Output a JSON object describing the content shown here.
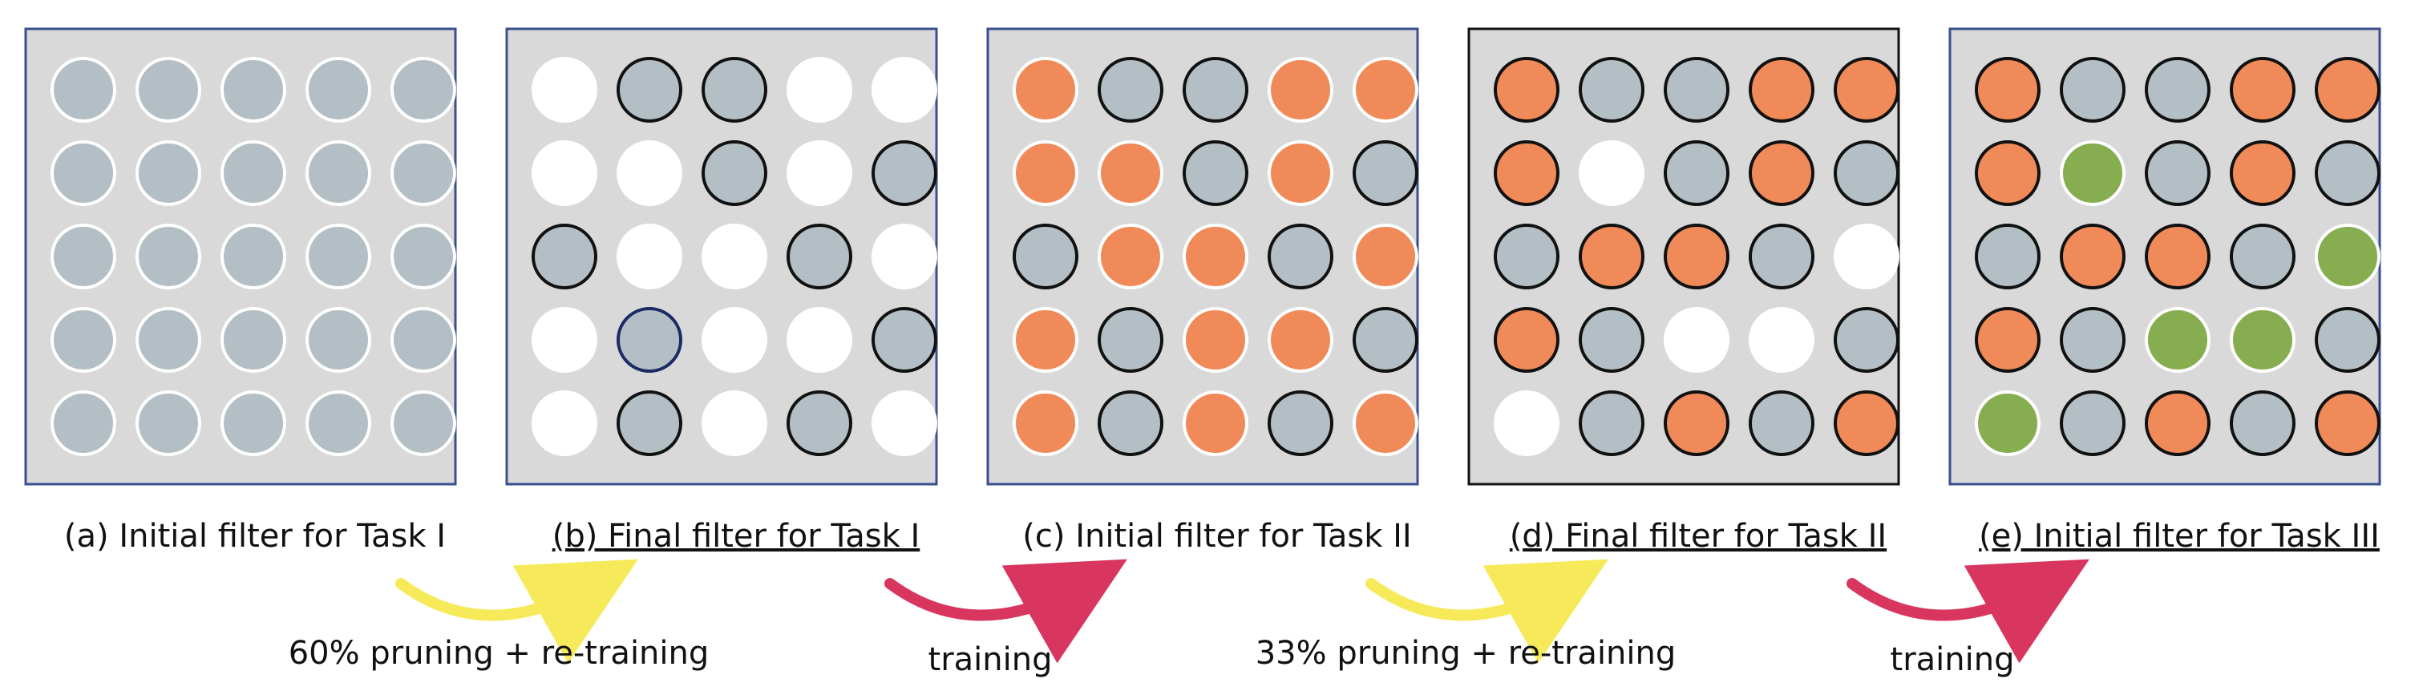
{
  "colors": {
    "panel_fill": "#d9d9d9",
    "panel_border": "#3a4f8f",
    "panel_border_highlight": "#111111",
    "gray_cell": "#b3bfc4",
    "orange_cell": "#f08a58",
    "green_cell": "#86ad4f",
    "empty_cell": "#ffffff",
    "arrow_yellow": "#f7ea5a",
    "arrow_red": "#d9365f"
  },
  "legend_note": "cells: G = gray (Task I weight), O = orange (Task II weight), N = green (Task III weight), W = white (pruned / free); uppercase suffix b = black outline",
  "panels": [
    {
      "caption": "(a) Initial filter for Task I",
      "underlined": false,
      "border": "blue",
      "grid": [
        [
          "G",
          "G",
          "G",
          "G",
          "G"
        ],
        [
          "G",
          "G",
          "G",
          "G",
          "G"
        ],
        [
          "G",
          "G",
          "G",
          "G",
          "G"
        ],
        [
          "G",
          "G",
          "G",
          "G",
          "G"
        ],
        [
          "G",
          "G",
          "G",
          "G",
          "G"
        ]
      ],
      "outline": "white"
    },
    {
      "caption": "(b) Final filter for Task I",
      "underlined": true,
      "border": "blue",
      "grid": [
        [
          "W",
          "G",
          "G",
          "W",
          "W"
        ],
        [
          "W",
          "W",
          "G",
          "W",
          "G"
        ],
        [
          "G",
          "W",
          "W",
          "G",
          "W"
        ],
        [
          "W",
          "G",
          "W",
          "W",
          "G"
        ],
        [
          "W",
          "G",
          "W",
          "G",
          "W"
        ]
      ],
      "outline": "black"
    },
    {
      "caption": "(c) Initial filter for Task II",
      "underlined": false,
      "border": "blue",
      "grid": [
        [
          "O",
          "G",
          "G",
          "O",
          "O"
        ],
        [
          "O",
          "O",
          "G",
          "O",
          "G"
        ],
        [
          "G",
          "O",
          "O",
          "G",
          "O"
        ],
        [
          "O",
          "G",
          "O",
          "O",
          "G"
        ],
        [
          "O",
          "G",
          "O",
          "G",
          "O"
        ]
      ],
      "outline": "mixed"
    },
    {
      "caption": "(d) Final filter for Task II",
      "underlined": true,
      "border": "black",
      "grid": [
        [
          "O",
          "G",
          "G",
          "O",
          "O"
        ],
        [
          "O",
          "W",
          "G",
          "O",
          "G"
        ],
        [
          "G",
          "O",
          "O",
          "G",
          "W"
        ],
        [
          "O",
          "G",
          "W",
          "W",
          "G"
        ],
        [
          "W",
          "G",
          "O",
          "G",
          "O"
        ]
      ],
      "outline": "black"
    },
    {
      "caption": "(e) Initial filter for Task III",
      "underlined": true,
      "border": "blue",
      "grid": [
        [
          "O",
          "G",
          "G",
          "O",
          "O"
        ],
        [
          "O",
          "N",
          "G",
          "O",
          "G"
        ],
        [
          "G",
          "O",
          "O",
          "G",
          "N"
        ],
        [
          "O",
          "G",
          "N",
          "N",
          "G"
        ],
        [
          "N",
          "G",
          "O",
          "G",
          "O"
        ]
      ],
      "outline": "black"
    }
  ],
  "operations": [
    {
      "label": "60% pruning + re-training",
      "color": "yellow"
    },
    {
      "label": "training",
      "color": "red"
    },
    {
      "label": "33% pruning + re-training",
      "color": "yellow"
    },
    {
      "label": "training",
      "color": "red"
    }
  ]
}
